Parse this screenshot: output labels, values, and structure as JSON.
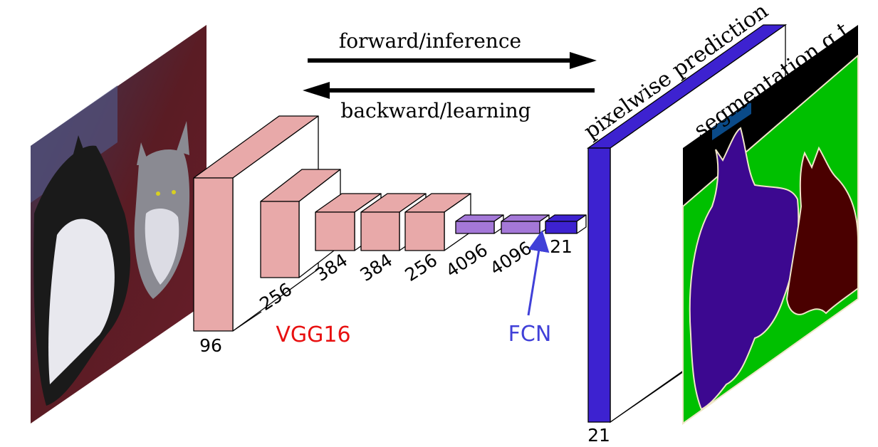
{
  "labels": {
    "forward": "forward/inference",
    "backward": "backward/learning",
    "pixelwise": "pixelwise prediction",
    "segmentation": "segmentation g.t.",
    "vgg": "VGG16",
    "fcn": "FCN"
  },
  "layers": [
    {
      "channels": "96"
    },
    {
      "channels": "256"
    },
    {
      "channels": "384"
    },
    {
      "channels": "384"
    },
    {
      "channels": "256"
    },
    {
      "channels": "4096"
    },
    {
      "channels": "4096"
    },
    {
      "channels": "21"
    }
  ],
  "output_channels": "21",
  "colors": {
    "vgg_block": "#e8a9a9",
    "fc_block": "#a478d8",
    "score_block": "#3d22d0",
    "prediction": "#3d22d0",
    "vgg_label": "#e81010",
    "fcn_label": "#4040d8",
    "seg_background": "#000000",
    "seg_green": "#00c000",
    "seg_dog": "#3c0890",
    "seg_cat": "#4a0000",
    "seg_pred_bar": "#0a4a88"
  }
}
